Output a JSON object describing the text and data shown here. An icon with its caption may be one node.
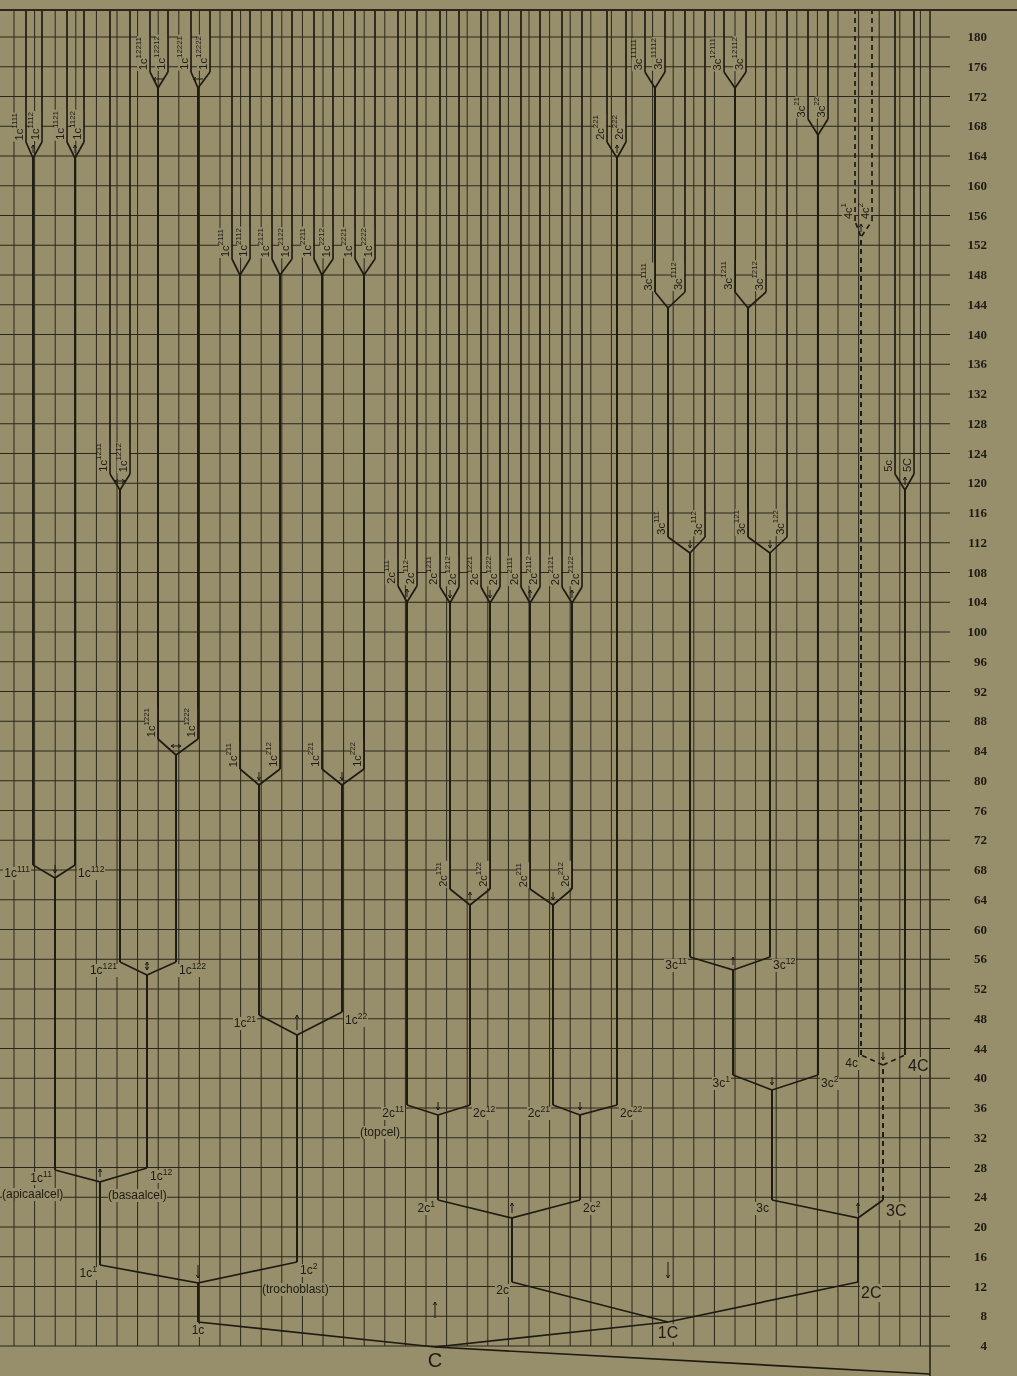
{
  "diagram": {
    "nodes": [
      {
        "text": [
          "C"
        ]
      },
      {
        "text": [
          "1c"
        ]
      },
      {
        "text": [
          "1c$^{1}$"
        ]
      },
      {
        "text": [
          "1c$^{11}$"
        ],
        "beside": [
          "(apicaalcel)"
        ]
      },
      {
        "text": [
          "1c$^{111}$"
        ]
      },
      {
        "text": [
          "1c$^{1111}$"
        ]
      },
      {
        "text": [
          "1c$^{1112}$"
        ]
      },
      {
        "text": [
          "1c$^{112}$"
        ]
      },
      {
        "text": [
          "1c$^{1121}$"
        ]
      },
      {
        "text": [
          "1c$^{1122}$"
        ]
      },
      {
        "text": [
          "1c$^{12}$"
        ],
        "beside": [
          "(basaalcel)"
        ]
      },
      {
        "text": [
          "1c$^{121}$"
        ]
      },
      {
        "text": [
          "1c$^{1211}$"
        ]
      },
      {
        "text": [
          "1c$^{1212}$"
        ]
      },
      {
        "text": [
          "1c$^{122}$"
        ]
      },
      {
        "text": [
          "1c$^{1221}$"
        ]
      },
      {
        "text": [
          "1c$^{12211}$"
        ]
      },
      {
        "text": [
          "1c$^{12212}$"
        ]
      },
      {
        "text": [
          "1c$^{1222}$"
        ]
      },
      {
        "text": [
          "1c$^{12221}$"
        ]
      },
      {
        "text": [
          "1c$^{12222}$"
        ]
      },
      {
        "text": [
          "1c$^{2}$"
        ],
        "beside": [
          "(trochoblast)"
        ]
      },
      {
        "text": [
          "1c$^{21}$"
        ]
      },
      {
        "text": [
          "1c$^{211}$"
        ]
      },
      {
        "text": [
          "1c$^{2111}$"
        ]
      },
      {
        "text": [
          "1c$^{2112}$"
        ]
      },
      {
        "text": [
          "1c$^{212}$"
        ]
      },
      {
        "text": [
          "1c$^{2121}$"
        ]
      },
      {
        "text": [
          "1c$^{2122}$"
        ]
      },
      {
        "text": [
          "1c$^{22}$"
        ]
      },
      {
        "text": [
          "1c$^{221}$"
        ]
      },
      {
        "text": [
          "1c$^{2211}$"
        ]
      },
      {
        "text": [
          "1c$^{2212}$"
        ]
      },
      {
        "text": [
          "1c$^{222}$"
        ]
      },
      {
        "text": [
          "1c$^{2221}$"
        ]
      },
      {
        "text": [
          "1c$^{2222}$"
        ]
      },
      {
        "text": [
          "1C"
        ]
      },
      {
        "text": [
          "2c"
        ]
      },
      {
        "text": [
          "2c$^{1}$"
        ]
      },
      {
        "text": [
          "2c$^{11}$"
        ],
        "beside": [
          "(topcel)"
        ]
      },
      {
        "text": [
          "2c$^{111}$"
        ]
      },
      {
        "text": [
          "2c$^{112}$"
        ]
      },
      {
        "text": [
          "2c$^{12}$"
        ]
      },
      {
        "text": [
          "2c$^{121}$"
        ]
      },
      {
        "text": [
          "2c$^{1211}$"
        ]
      },
      {
        "text": [
          "2c$^{1212}$"
        ]
      },
      {
        "text": [
          "2c$^{122}$"
        ]
      },
      {
        "text": [
          "2c$^{1221}$"
        ]
      },
      {
        "text": [
          "2c$^{1222}$"
        ]
      },
      {
        "text": [
          "2c$^{2}$"
        ]
      },
      {
        "text": [
          "2c$^{21}$"
        ]
      },
      {
        "text": [
          "2c$^{211}$"
        ]
      },
      {
        "text": [
          "2c$^{2111}$"
        ]
      },
      {
        "text": [
          "2c$^{2112}$"
        ]
      },
      {
        "text": [
          "2c$^{212}$"
        ]
      },
      {
        "text": [
          "2c$^{2121}$"
        ]
      },
      {
        "text": [
          "2c$^{2122}$"
        ]
      },
      {
        "text": [
          "2c$^{22}$"
        ]
      },
      {
        "text": [
          "2c$^{221}$"
        ]
      },
      {
        "text": [
          "2c$^{222}$"
        ]
      },
      {
        "text": [
          "2C"
        ]
      },
      {
        "text": [
          "3c"
        ]
      },
      {
        "text": [
          "3c$^{1}$"
        ]
      },
      {
        "text": [
          "3c$^{11}$"
        ]
      },
      {
        "text": [
          "3c$^{111}$"
        ]
      },
      {
        "text": [
          "3c$^{1111}$"
        ]
      },
      {
        "text": [
          "3c$^{11111}$"
        ]
      },
      {
        "text": [
          "3c$^{11112}$"
        ]
      },
      {
        "text": [
          "3c$^{1112}$"
        ]
      },
      {
        "text": [
          "3c$^{112}$"
        ]
      },
      {
        "text": [
          "3c$^{12}$"
        ]
      },
      {
        "text": [
          "3c$^{121}$"
        ]
      },
      {
        "text": [
          "3c$^{1211}$"
        ]
      },
      {
        "text": [
          "3c$^{12111}$"
        ]
      },
      {
        "text": [
          "3c$^{12112}$"
        ]
      },
      {
        "text": [
          "3c$^{1212}$"
        ]
      },
      {
        "text": [
          "3c$^{122}$"
        ]
      },
      {
        "text": [
          "3c$^{2}$"
        ]
      },
      {
        "text": [
          "3c$^{21}$"
        ]
      },
      {
        "text": [
          "3c$^{22}$"
        ]
      },
      {
        "text": [
          "3C"
        ]
      },
      {
        "text": [
          "4c"
        ]
      },
      {
        "text": [
          "4c$^{1}$"
        ]
      },
      {
        "text": [
          "4c$^{2}$"
        ]
      },
      {
        "text": [
          "4C"
        ]
      },
      {
        "text": [
          "5c"
        ]
      },
      {
        "text": [
          "5C"
        ]
      }
    ],
    "edges": [
      {
        "from": 0,
        "to": 1,
        "arrow": "none"
      },
      {
        "from": 0,
        "to": 36,
        "arrow": "none"
      },
      {
        "from": 1,
        "to": 2,
        "arrow": "none"
      },
      {
        "from": 1,
        "to": 21,
        "arrow": "none"
      },
      {
        "from": 2,
        "to": 3,
        "arrow": "none"
      },
      {
        "from": 2,
        "to": 10,
        "arrow": "none"
      },
      {
        "from": 3,
        "to": 4,
        "arrow": "none"
      },
      {
        "from": 3,
        "to": 7,
        "arrow": "none"
      },
      {
        "from": 4,
        "to": 5,
        "arrow": "none"
      },
      {
        "from": 4,
        "to": 6,
        "arrow": "none"
      },
      {
        "from": 7,
        "to": 8,
        "arrow": "none"
      },
      {
        "from": 7,
        "to": 9,
        "arrow": "none"
      },
      {
        "from": 10,
        "to": 11,
        "arrow": "none"
      },
      {
        "from": 10,
        "to": 14,
        "arrow": "none"
      },
      {
        "from": 11,
        "to": 12,
        "arrow": "none"
      },
      {
        "from": 11,
        "to": 13,
        "arrow": "none"
      },
      {
        "from": 14,
        "to": 15,
        "arrow": "none"
      },
      {
        "from": 14,
        "to": 18,
        "arrow": "none"
      },
      {
        "from": 15,
        "to": 16,
        "arrow": "none"
      },
      {
        "from": 15,
        "to": 17,
        "arrow": "none"
      },
      {
        "from": 18,
        "to": 19,
        "arrow": "none"
      },
      {
        "from": 18,
        "to": 20,
        "arrow": "none"
      },
      {
        "from": 21,
        "to": 22,
        "arrow": "none"
      },
      {
        "from": 21,
        "to": 29,
        "arrow": "none"
      },
      {
        "from": 22,
        "to": 23,
        "arrow": "none"
      },
      {
        "from": 22,
        "to": 26,
        "arrow": "none"
      },
      {
        "from": 23,
        "to": 24,
        "arrow": "none"
      },
      {
        "from": 23,
        "to": 25,
        "arrow": "none"
      },
      {
        "from": 26,
        "to": 27,
        "arrow": "none"
      },
      {
        "from": 26,
        "to": 28,
        "arrow": "none"
      },
      {
        "from": 29,
        "to": 30,
        "arrow": "none"
      },
      {
        "from": 29,
        "to": 33,
        "arrow": "none"
      },
      {
        "from": 30,
        "to": 31,
        "arrow": "none"
      },
      {
        "from": 30,
        "to": 32,
        "arrow": "none"
      },
      {
        "from": 33,
        "to": 34,
        "arrow": "none"
      },
      {
        "from": 33,
        "to": 35,
        "arrow": "none"
      },
      {
        "from": 36,
        "to": 37,
        "arrow": "none"
      },
      {
        "from": 36,
        "to": 60,
        "arrow": "none"
      },
      {
        "from": 37,
        "to": 38,
        "arrow": "none"
      },
      {
        "from": 37,
        "to": 49,
        "arrow": "none"
      },
      {
        "from": 38,
        "to": 39,
        "arrow": "none"
      },
      {
        "from": 38,
        "to": 42,
        "arrow": "none"
      },
      {
        "from": 39,
        "to": 40,
        "arrow": "none"
      },
      {
        "from": 39,
        "to": 41,
        "arrow": "none"
      },
      {
        "from": 42,
        "to": 43,
        "arrow": "none"
      },
      {
        "from": 42,
        "to": 46,
        "arrow": "none"
      },
      {
        "from": 43,
        "to": 44,
        "arrow": "none"
      },
      {
        "from": 43,
        "to": 45,
        "arrow": "none"
      },
      {
        "from": 46,
        "to": 47,
        "arrow": "none"
      },
      {
        "from": 46,
        "to": 48,
        "arrow": "none"
      },
      {
        "from": 49,
        "to": 50,
        "arrow": "none"
      },
      {
        "from": 49,
        "to": 57,
        "arrow": "none"
      },
      {
        "from": 50,
        "to": 51,
        "arrow": "none"
      },
      {
        "from": 50,
        "to": 54,
        "arrow": "none"
      },
      {
        "from": 51,
        "to": 52,
        "arrow": "none"
      },
      {
        "from": 51,
        "to": 53,
        "arrow": "none"
      },
      {
        "from": 54,
        "to": 55,
        "arrow": "none"
      },
      {
        "from": 54,
        "to": 56,
        "arrow": "none"
      },
      {
        "from": 57,
        "to": 58,
        "arrow": "none"
      },
      {
        "from": 57,
        "to": 59,
        "arrow": "none"
      },
      {
        "from": 60,
        "to": 61,
        "arrow": "none"
      },
      {
        "from": 60,
        "to": 80,
        "arrow": "none"
      },
      {
        "from": 61,
        "to": 62,
        "arrow": "none"
      },
      {
        "from": 61,
        "to": 77,
        "arrow": "none"
      },
      {
        "from": 62,
        "to": 63,
        "arrow": "none"
      },
      {
        "from": 62,
        "to": 70,
        "arrow": "none"
      },
      {
        "from": 63,
        "to": 64,
        "arrow": "none"
      },
      {
        "from": 63,
        "to": 69,
        "arrow": "none"
      },
      {
        "from": 64,
        "to": 65,
        "arrow": "none"
      },
      {
        "from": 64,
        "to": 68,
        "arrow": "none"
      },
      {
        "from": 65,
        "to": 66,
        "arrow": "none"
      },
      {
        "from": 65,
        "to": 67,
        "arrow": "none"
      },
      {
        "from": 70,
        "to": 71,
        "arrow": "none"
      },
      {
        "from": 70,
        "to": 76,
        "arrow": "none"
      },
      {
        "from": 71,
        "to": 72,
        "arrow": "none"
      },
      {
        "from": 71,
        "to": 75,
        "arrow": "none"
      },
      {
        "from": 72,
        "to": 73,
        "arrow": "none"
      },
      {
        "from": 72,
        "to": 74,
        "arrow": "none"
      },
      {
        "from": 77,
        "to": 78,
        "arrow": "none"
      },
      {
        "from": 77,
        "to": 79,
        "arrow": "none"
      },
      {
        "from": 80,
        "to": 81,
        "arrow": "none",
        "style": "dashed"
      },
      {
        "from": 80,
        "to": 84,
        "arrow": "none",
        "style": "dashed"
      },
      {
        "from": 81,
        "to": 82,
        "arrow": "none",
        "style": "dashed"
      },
      {
        "from": 81,
        "to": 83,
        "arrow": "none",
        "style": "dashed"
      },
      {
        "from": 84,
        "to": 85,
        "arrow": "none"
      },
      {
        "from": 84,
        "to": 86,
        "arrow": "none"
      },
      {
        "from": 0,
        "to": null,
        "arrow": "none"
      }
    ],
    "labels": [
      "180",
      "176",
      "172",
      "168",
      "164",
      "160",
      "156",
      "152",
      "148",
      "144",
      "140",
      "136",
      "132",
      "128",
      "124",
      "120",
      "116",
      "112",
      "108",
      "104",
      "100",
      "96",
      "92",
      "88",
      "84",
      "80",
      "76",
      "72",
      "68",
      "64",
      "60",
      "56",
      "52",
      "48",
      "44",
      "40",
      "36",
      "32",
      "28",
      "24",
      "20",
      "16",
      "12",
      "8",
      "4"
    ]
  }
}
